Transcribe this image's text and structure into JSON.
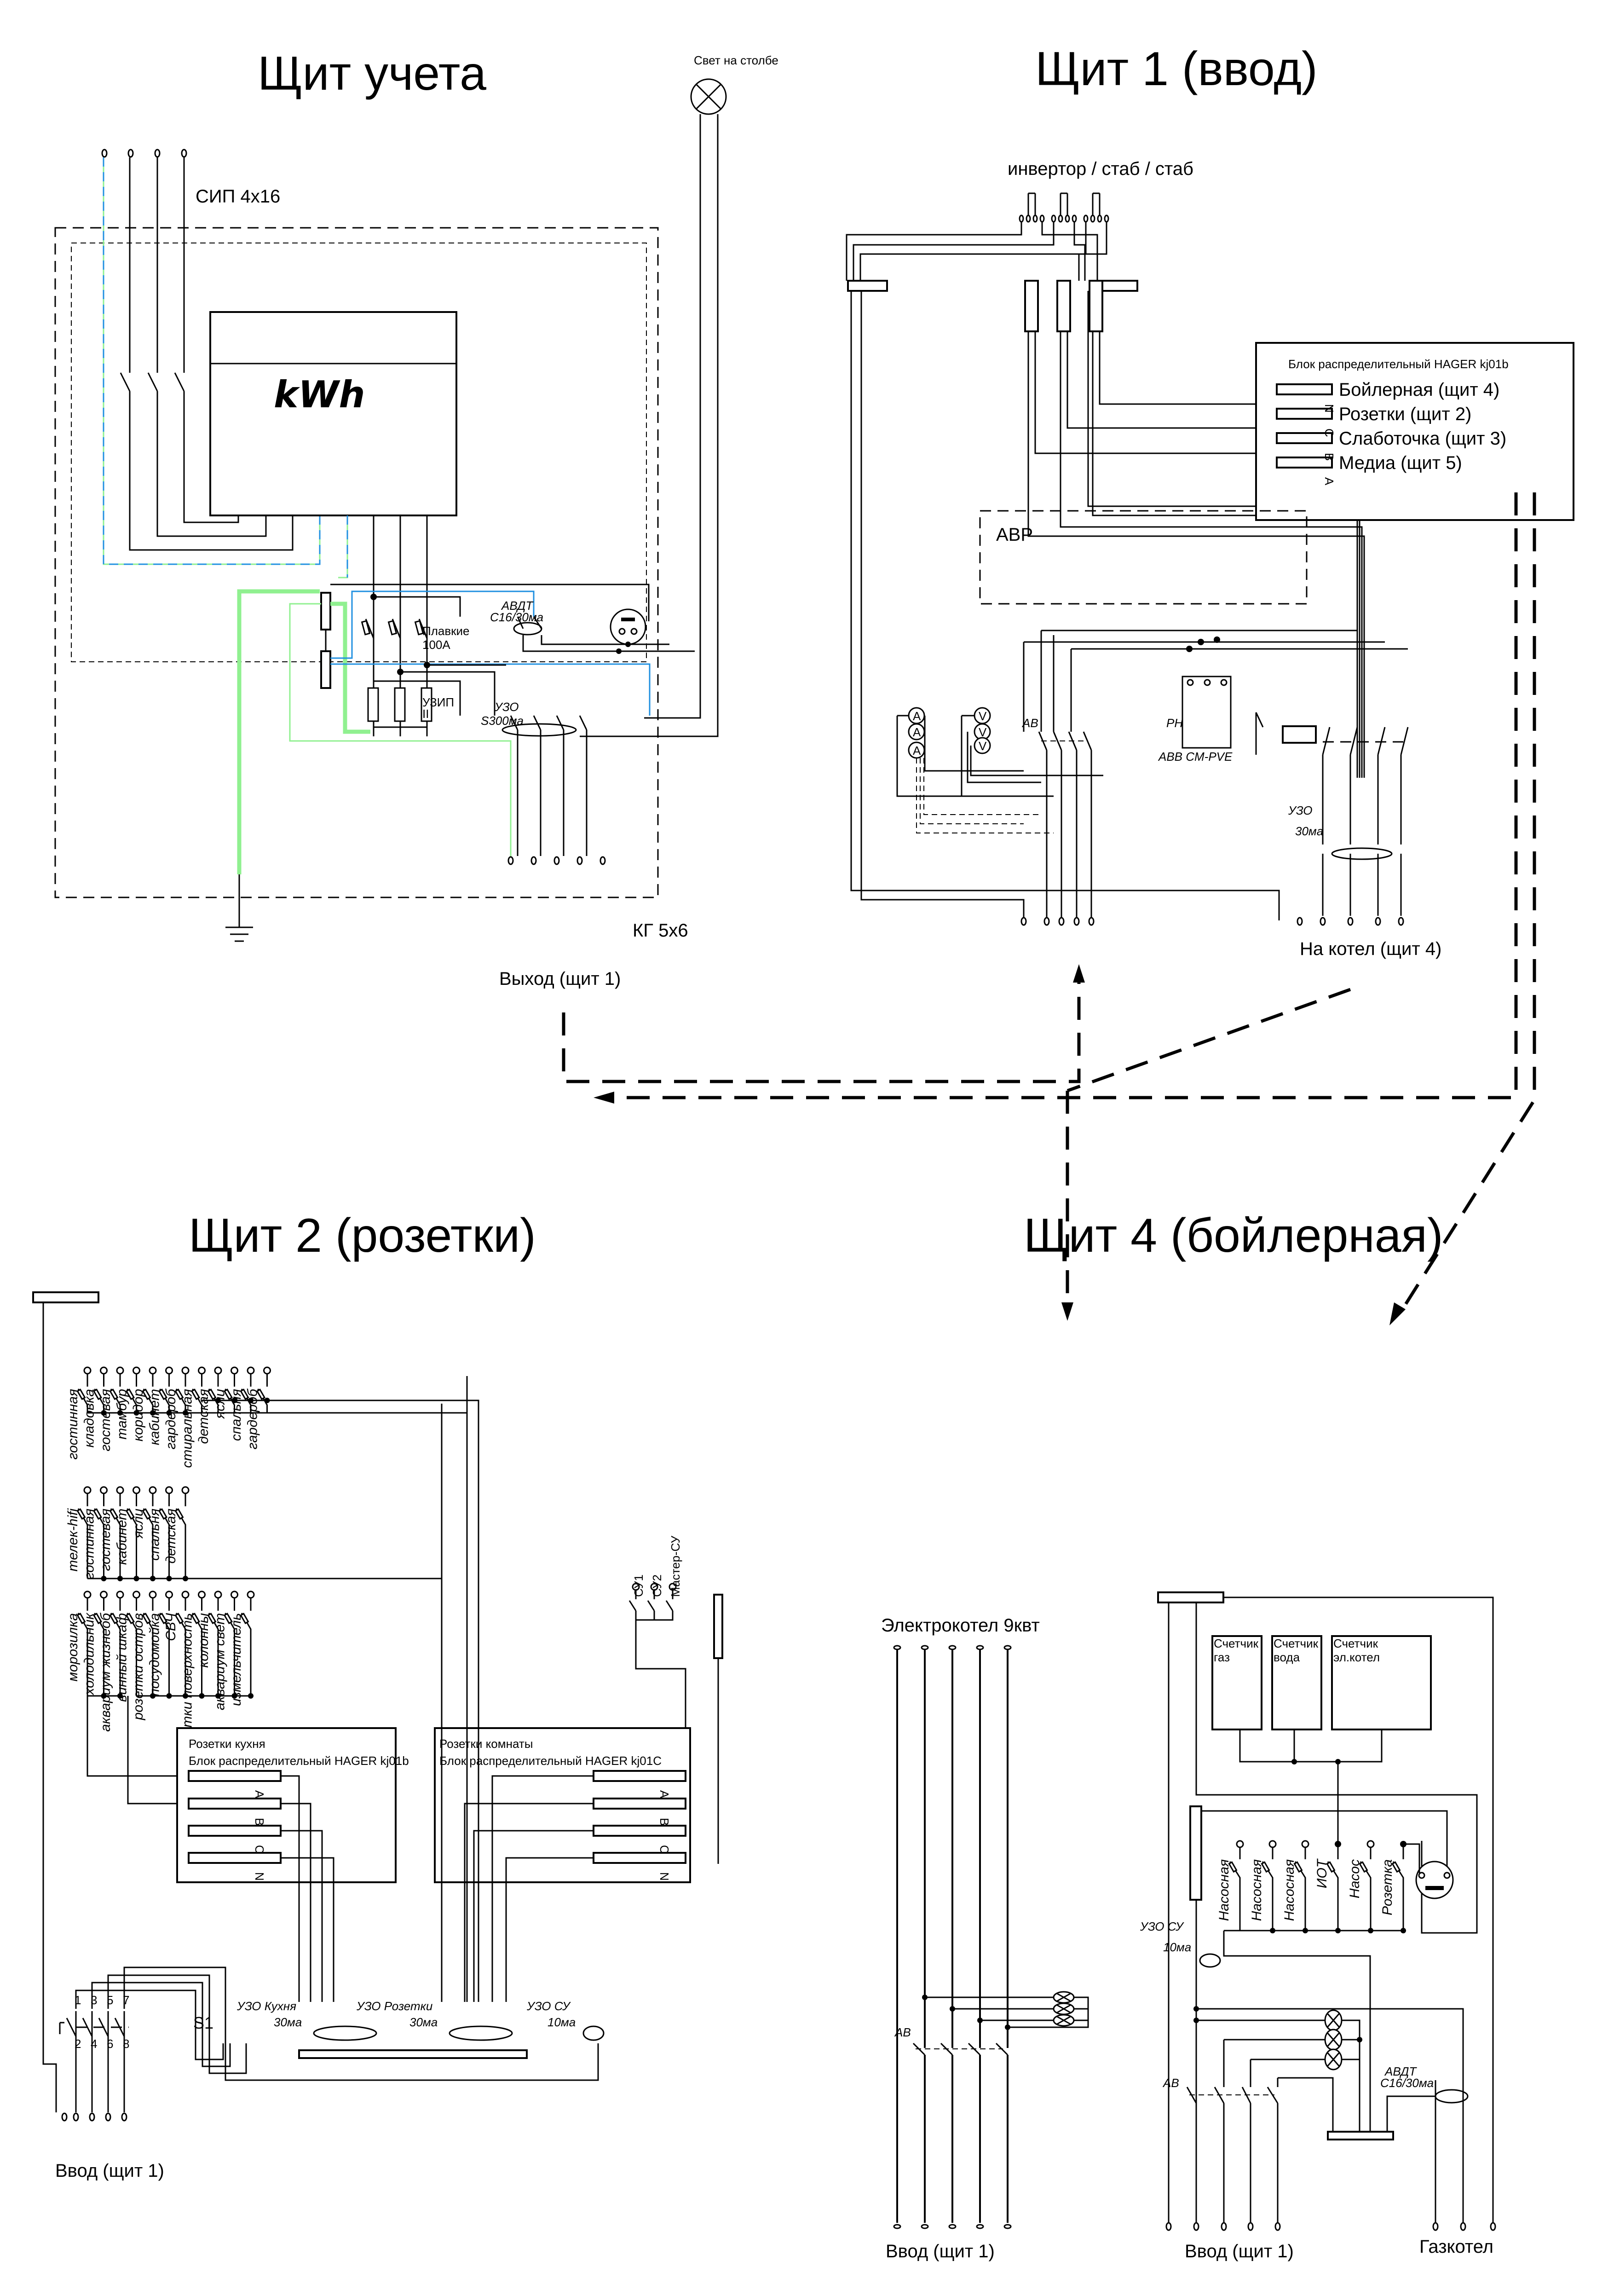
{
  "colors": {
    "wire": "#000000",
    "pe_wire": "#90f090",
    "n_wire": "#2090e0",
    "background": "#ffffff"
  },
  "panels": {
    "meter": {
      "title": "Щит учета",
      "cable_in": "СИП 4x16",
      "pole_light": "Свет на столбе",
      "meter_label": "kWh",
      "fuses": "Плавкие\n100А",
      "fuses_l1": "Плавкие",
      "fuses_l2": "100А",
      "avdt_l1": "АВДТ",
      "avdt_l2": "С16/30ма",
      "spd_l1": "УЗИП",
      "spd_l2": "II",
      "rcd_l1": "УЗО",
      "rcd_l2": "S300ма",
      "cable_out": "КГ 5x6",
      "output": "Выход (щит 1)"
    },
    "shield1": {
      "title": "Щит 1 (ввод)",
      "sources": "инвертор / стаб / стаб",
      "block_title": "Блок распределительный HAGER kj01b",
      "block_rows": [
        "Бойлерная (щит 4)",
        "Розетки (щит 2)",
        "Слаботочка (щит 3)",
        "Медиа (щит 5)"
      ],
      "bus_letters": [
        "N",
        "C",
        "B",
        "A"
      ],
      "ats": "АВР",
      "breaker": "АВ",
      "relay": "РН",
      "relay_model": "ABB CM-PVE",
      "rcd_l1": "УЗО",
      "rcd_l2": "30ма",
      "meters": [
        "A",
        "A",
        "A",
        "V",
        "V",
        "V"
      ],
      "output": "На котел (щит 4)"
    },
    "shield2": {
      "title": "Щит 2 (розетки)",
      "row1": [
        "гостинная",
        "кладовка",
        "гостевая",
        "тамбур",
        "коридор",
        "кабинет",
        "гардероб",
        "стиральная",
        "детская",
        "ясли",
        "спальня",
        "гардероб"
      ],
      "row2": [
        "телек-hifi",
        "гостинная",
        "гостевая",
        "кабинет",
        "ясли",
        "спальня",
        "детская"
      ],
      "row3": [
        "морозилка",
        "холодильник",
        "аквариум жизнеоб",
        "винный шкаф",
        "розетки остров",
        "посудомойка",
        "СВЧ",
        "Розетки поверхность",
        "колонны",
        "аквариум свет",
        "измельчитель"
      ],
      "su": [
        "СУ1",
        "СУ2",
        "Мастер-СУ"
      ],
      "kitchen_block_l1": "Розетки кухня",
      "kitchen_block_l2": "Блок распределительный HAGER kj01b",
      "rooms_block_l1": "Розетки комнаты",
      "rooms_block_l2": "Блок распределительный HAGER kj01C",
      "bus_letters": [
        "A",
        "B",
        "C",
        "N"
      ],
      "switch_label": "S1",
      "switch_pins_top": [
        "1",
        "3",
        "5",
        "7"
      ],
      "switch_pins_bottom": [
        "2",
        "4",
        "6",
        "8"
      ],
      "rcd_kitchen": "УЗО Кухня",
      "rcd_sockets": "УЗО Розетки",
      "rcd_su": "УЗО СУ",
      "rcd_30": "30ма",
      "rcd_10": "10ма",
      "input": "Ввод (щит 1)"
    },
    "boiler_el": {
      "title": "Электрокотел 9квт",
      "breaker": "АВ",
      "input": "Ввод (щит 1)"
    },
    "shield4": {
      "title": "Щит 4 (бойлерная)",
      "meters": [
        {
          "l1": "Счетчик",
          "l2": "газ"
        },
        {
          "l1": "Счетчик",
          "l2": "вода"
        },
        {
          "l1": "Счетчик",
          "l2": "эл.котел"
        }
      ],
      "breakers": [
        "Насосная",
        "Насосная",
        "Насосная",
        "ИОТ",
        "Насос",
        "Розетка"
      ],
      "rcd_l1": "УЗО СУ",
      "rcd_l2": "10ма",
      "breaker": "АВ",
      "avdt_l1": "АВДТ",
      "avdt_l2": "С16/30ма",
      "input": "Ввод (щит 1)",
      "gas_boiler": "Газкотел"
    }
  }
}
